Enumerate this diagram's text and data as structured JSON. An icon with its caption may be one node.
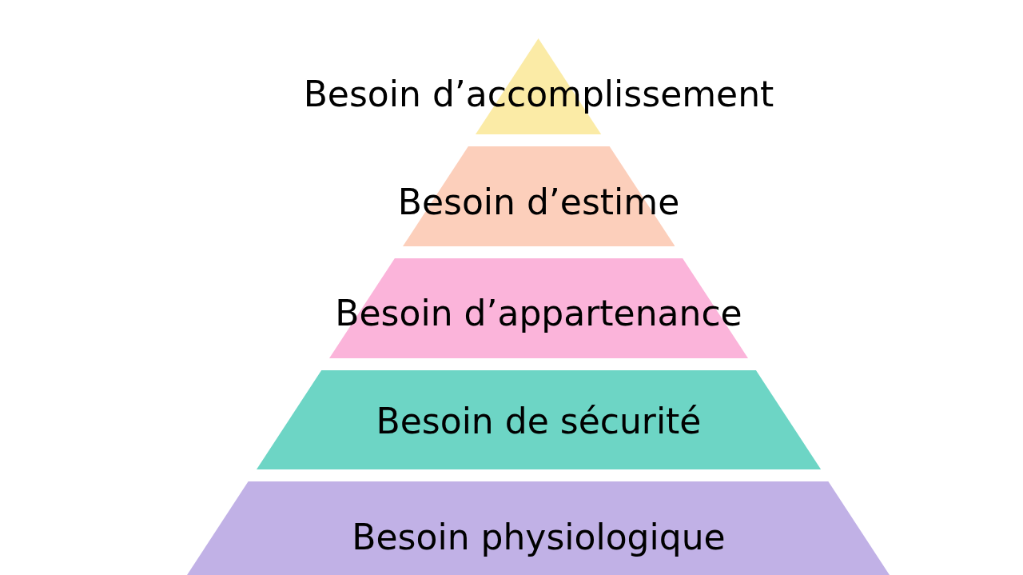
{
  "diagram": {
    "nodes": [
      {
        "text": [
          "Besoin d’accomplissement"
        ]
      },
      {
        "text": [
          "Besoin d’estime"
        ]
      },
      {
        "text": [
          "Besoin d’appartenance"
        ]
      },
      {
        "text": [
          "Besoin de sécurité"
        ]
      },
      {
        "text": [
          "Besoin physiologique"
        ]
      }
    ]
  }
}
